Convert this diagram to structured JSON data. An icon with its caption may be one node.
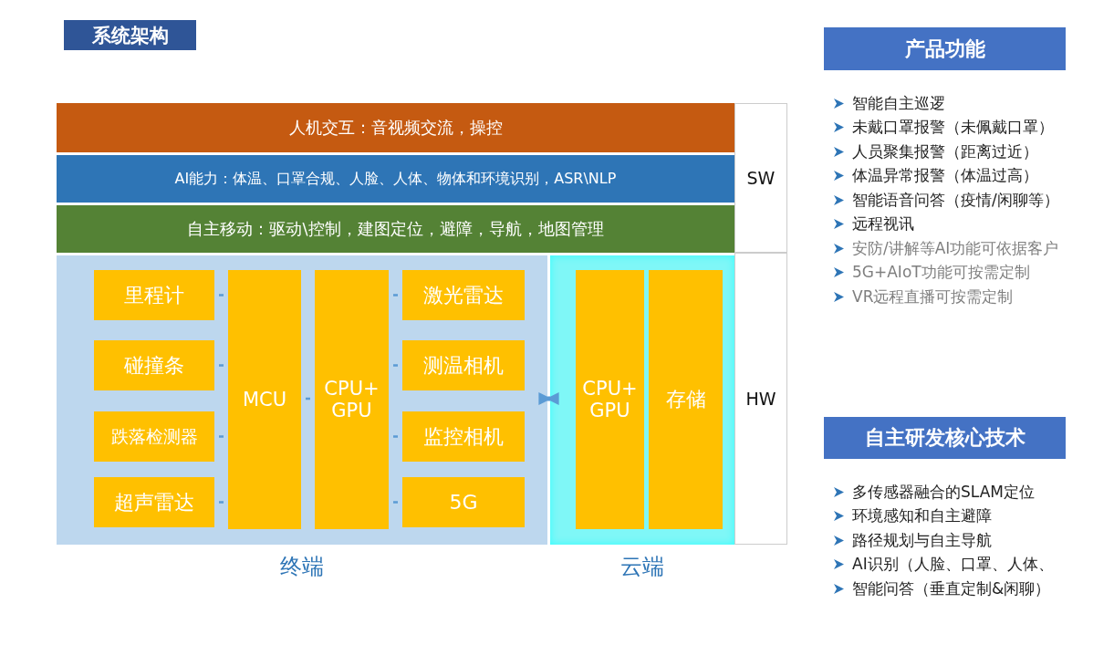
{
  "diagram": {
    "title": "系统架构",
    "nodes": [
      {
        "text": [
          "人机交互：音视频交流，操控"
        ]
      },
      {
        "text": [
          "AI能力：体温、口罩合规、人脸、人体、物体和环境识别，ASR\\NLP"
        ]
      },
      {
        "text": [
          "自主移动：驱动\\控制，建图定位，避障，导航，地图管理"
        ]
      },
      {
        "text": [
          "SW"
        ]
      },
      {
        "text": [
          "终端"
        ]
      },
      {
        "text": [
          "里程计"
        ],
        "in": 4
      },
      {
        "text": [
          "碰撞条"
        ],
        "in": 4
      },
      {
        "text": [
          "跌落检测器"
        ],
        "in": 4
      },
      {
        "text": [
          "超声雷达"
        ],
        "in": 4
      },
      {
        "text": [
          "MCU"
        ],
        "in": 4
      },
      {
        "text": [
          "CPU+ GPU"
        ],
        "in": 4
      },
      {
        "text": [
          "激光雷达"
        ],
        "in": 4
      },
      {
        "text": [
          "测温相机"
        ],
        "in": 4
      },
      {
        "text": [
          "监控相机"
        ],
        "in": 4
      },
      {
        "text": [
          "5G"
        ],
        "in": 4
      },
      {
        "text": [
          "云端"
        ]
      },
      {
        "text": [
          "CPU+ GPU"
        ],
        "in": 15
      },
      {
        "text": [
          "存储"
        ],
        "in": 15
      },
      {
        "text": [
          "HW"
        ]
      },
      {
        "text": [
          "产品功能"
        ]
      },
      {
        "text": [
          "自主研发核心技术"
        ]
      }
    ],
    "edges": [
      {
        "from": 5,
        "to": 9,
        "arrow": "none"
      },
      {
        "from": 6,
        "to": 9,
        "arrow": "none"
      },
      {
        "from": 7,
        "to": 9,
        "arrow": "none"
      },
      {
        "from": 8,
        "to": 9,
        "arrow": "none"
      },
      {
        "from": 9,
        "to": 10,
        "arrow": "none"
      },
      {
        "from": 10,
        "to": 11,
        "arrow": "none"
      },
      {
        "from": 10,
        "to": 12,
        "arrow": "none"
      },
      {
        "from": 10,
        "to": 13,
        "arrow": "none"
      },
      {
        "from": 10,
        "to": 14,
        "arrow": "none"
      },
      {
        "from": 4,
        "to": 15,
        "arrow": "both",
        "style": "thick"
      }
    ],
    "labels": [
      "智能自主巡逻",
      "未戴口罩报警（未佩戴口罩）",
      "人员聚集报警（距离过近）",
      "体温异常报警（体温过高）",
      "智能语音问答（疫情/闲聊等）",
      "远程视讯",
      "安防/讲解等AI功能可依据客户",
      "5G+AIoT功能可按需定制",
      "VR远程直播可按需定制",
      "多传感器融合的SLAM定位",
      "环境感知和自主避障",
      "路径规划与自主导航",
      "AI识别（人脸、口罩、人体、",
      "智能问答（垂直定制&闲聊）"
    ]
  }
}
